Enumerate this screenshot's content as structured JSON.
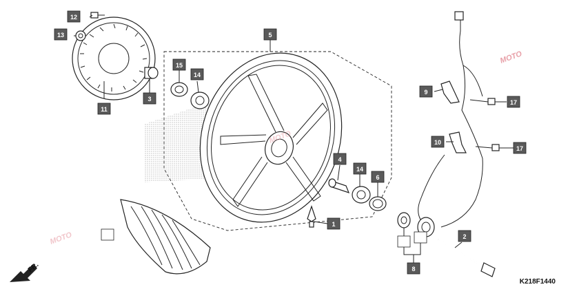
{
  "diagram": {
    "code": "K218F1440",
    "direction_label": "FR.",
    "watermark": "MOTO",
    "callouts": [
      {
        "id": "c12",
        "label": "12"
      },
      {
        "id": "c13",
        "label": "13"
      },
      {
        "id": "c11",
        "label": "11"
      },
      {
        "id": "c15",
        "label": "15"
      },
      {
        "id": "c14a",
        "label": "14"
      },
      {
        "id": "c3",
        "label": "3"
      },
      {
        "id": "c5",
        "label": "5"
      },
      {
        "id": "c9",
        "label": "9"
      },
      {
        "id": "c17a",
        "label": "17"
      },
      {
        "id": "c10",
        "label": "10"
      },
      {
        "id": "c17b",
        "label": "17"
      },
      {
        "id": "c4",
        "label": "4"
      },
      {
        "id": "c14b",
        "label": "14"
      },
      {
        "id": "c6",
        "label": "6"
      },
      {
        "id": "c1",
        "label": "1"
      },
      {
        "id": "c2",
        "label": "2"
      },
      {
        "id": "c8",
        "label": "8"
      },
      {
        "id": "c_blank_tire",
        "label": ""
      },
      {
        "id": "c_blank_8a",
        "label": ""
      },
      {
        "id": "c_blank_8b",
        "label": ""
      }
    ],
    "colors": {
      "callout_fill": "#5a5a5a",
      "line": "#222222",
      "watermark": "#e8a0a8"
    }
  }
}
